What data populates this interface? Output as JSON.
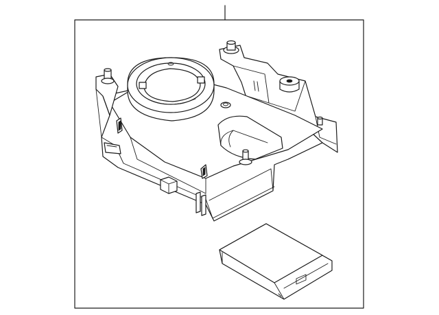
{
  "diagram": {
    "type": "exploded-parts-illustration",
    "parts": [
      {
        "id": "console-assembly",
        "icon": "console-housing-icon"
      },
      {
        "id": "storage-tray-insert",
        "icon": "tray-insert-icon"
      }
    ],
    "callouts": [
      {
        "target": "frame",
        "style": "leader-line"
      }
    ],
    "colors": {
      "line": "#1a1a1a",
      "background": "#ffffff"
    }
  }
}
